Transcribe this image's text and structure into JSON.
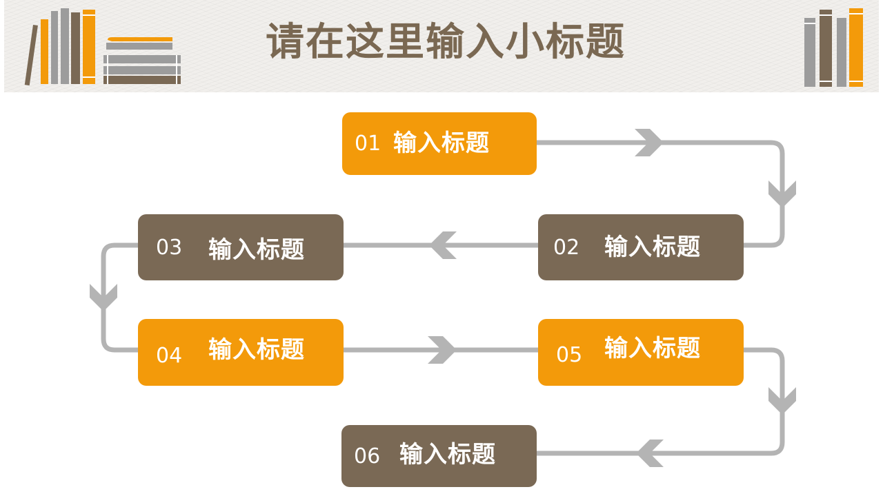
{
  "header": {
    "title": "请在这里输入小标题"
  },
  "colors": {
    "orange": "#f39a0a",
    "brown": "#7a6955",
    "connector": "#b4b4b4",
    "title": "#7a6852"
  },
  "steps": [
    {
      "num": "01",
      "label": "输入标题",
      "color": "orange"
    },
    {
      "num": "02",
      "label": "输入标题",
      "color": "brown"
    },
    {
      "num": "03",
      "label": "输入标题",
      "color": "brown"
    },
    {
      "num": "04",
      "label": "输入标题",
      "color": "orange"
    },
    {
      "num": "05",
      "label": "输入标题",
      "color": "orange"
    },
    {
      "num": "06",
      "label": "输入标题",
      "color": "brown"
    }
  ],
  "icons": {
    "left": "books-icon",
    "right": "books-icon"
  }
}
